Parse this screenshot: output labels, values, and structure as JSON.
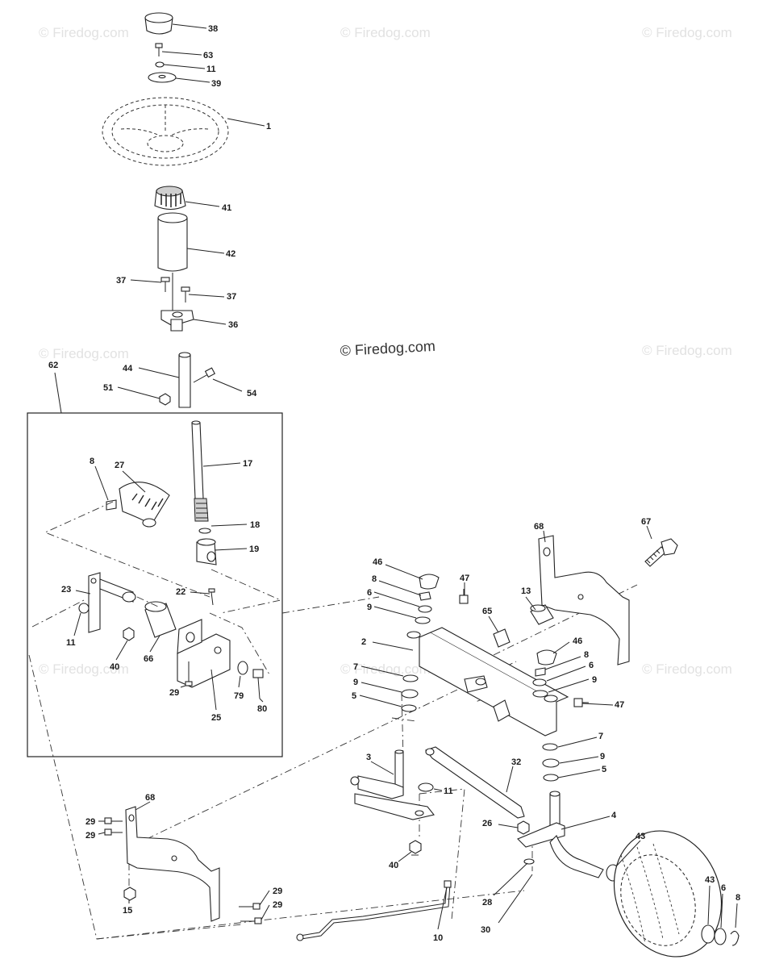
{
  "watermarks": {
    "center": "© Firedog.com",
    "repeat": "© Firedog.com"
  },
  "labels": {
    "p38": "38",
    "p63": "63",
    "p11a": "11",
    "p39": "39",
    "p1": "1",
    "p41": "41",
    "p42": "42",
    "p37a": "37",
    "p37b": "37",
    "p36": "36",
    "p62": "62",
    "p44": "44",
    "p51": "51",
    "p54": "54",
    "p17": "17",
    "p8a": "8",
    "p27": "27",
    "p18": "18",
    "p19": "19",
    "p23": "23",
    "p22": "22",
    "p11b": "11",
    "p40a": "40",
    "p66": "66",
    "p29a": "29",
    "p25": "25",
    "p79": "79",
    "p80": "80",
    "p68a": "68",
    "p67": "67",
    "p46a": "46",
    "p8b": "8",
    "p47a": "47",
    "p6a": "6",
    "p9a": "9",
    "p65": "65",
    "p13": "13",
    "p2": "2",
    "p46b": "46",
    "p8c": "8",
    "p6b": "6",
    "p9b": "9",
    "p7a": "7",
    "p9c": "9",
    "p5a": "5",
    "p47b": "47",
    "p7b": "7",
    "p9d": "9",
    "p5b": "5",
    "p3": "3",
    "p32": "32",
    "p11c": "11",
    "p68b": "68",
    "p29b": "29",
    "p29c": "29",
    "p26": "26",
    "p4": "4",
    "p43a": "43",
    "p40b": "40",
    "p15": "15",
    "p29d": "29",
    "p29e": "29",
    "p28": "28",
    "p10": "10",
    "p30": "30",
    "p43b": "43",
    "p6c": "6",
    "p8d": "8"
  }
}
